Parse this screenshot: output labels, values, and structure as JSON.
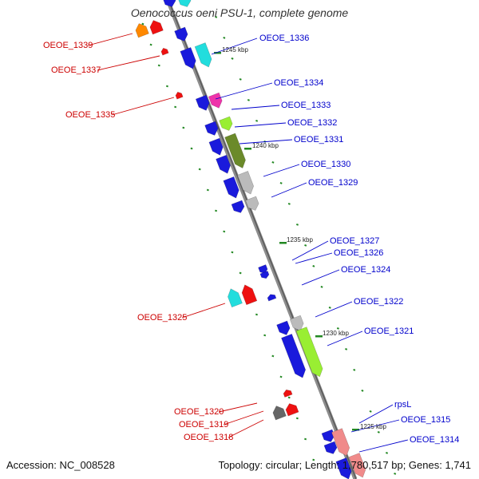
{
  "title": "Oenococcus oeni PSU-1, complete genome",
  "accession": "Accession: NC_008528",
  "summary": "Topology: circular; Length: 1,780,517 bp; Genes: 1,741",
  "colors": {
    "backbone": "#8c8c8c",
    "forward_label": "#0000cc",
    "reverse_label": "#cc0000",
    "tick": "#228822",
    "gene_blue": "#1a1adc",
    "gene_cyan": "#22dddd",
    "gene_red": "#ee1111",
    "gene_orange": "#ff8800",
    "gene_magenta": "#ee33aa",
    "gene_lime": "#99ee33",
    "gene_olive": "#6b8a2a",
    "gene_gray": "#bbbbbb",
    "gene_darkgray": "#666666",
    "gene_pink": "#f08a8a"
  },
  "kbp_markers": [
    "1245 kbp",
    "1240 kbp",
    "1235 kbp",
    "1230 kbp",
    "1225 kbp"
  ],
  "forward_genes": [
    "OEOE_1336",
    "OEOE_1334",
    "OEOE_1333",
    "OEOE_1332",
    "OEOE_1331",
    "OEOE_1330",
    "OEOE_1329",
    "OEOE_1327",
    "OEOE_1326",
    "OEOE_1324",
    "OEOE_1322",
    "OEOE_1321",
    "rpsL",
    "OEOE_1315",
    "OEOE_1314"
  ],
  "reverse_genes": [
    "OEOE_1339",
    "OEOE_1337",
    "OEOE_1335",
    "OEOE_1325",
    "OEOE_1320",
    "OEOE_1319",
    "OEOE_1318"
  ]
}
